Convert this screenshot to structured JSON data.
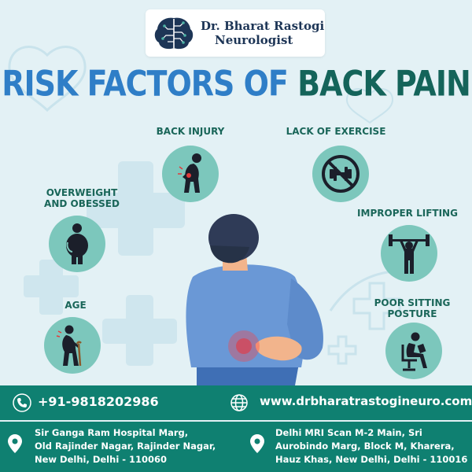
{
  "header": {
    "logo_line1": "Dr. Bharat Rastogi",
    "logo_line2": "Neurologist"
  },
  "title": {
    "part1": "RISK FACTORS OF",
    "part2": "BACK PAIN"
  },
  "risk_factors": [
    {
      "label_line1": "BACK INJURY",
      "label_line2": "",
      "icon": "back-injury-icon"
    },
    {
      "label_line1": "LACK OF EXERCISE",
      "label_line2": "",
      "icon": "no-dumbbell-icon"
    },
    {
      "label_line1": "OVERWEIGHT",
      "label_line2": "AND OBESSED",
      "icon": "overweight-person-icon"
    },
    {
      "label_line1": "IMPROPER LIFTING",
      "label_line2": "",
      "icon": "weightlifter-icon"
    },
    {
      "label_line1": "AGE",
      "label_line2": "",
      "icon": "elderly-person-icon"
    },
    {
      "label_line1": "POOR SITTING",
      "label_line2": "POSTURE",
      "icon": "sitting-person-icon"
    }
  ],
  "contact": {
    "phone": "+91-9818202986",
    "website": "www.drbharatrastogineuro.com",
    "address1": {
      "line1": "Sir Ganga Ram Hospital Marg,",
      "line2": "Old Rajinder Nagar, Rajinder Nagar,",
      "line3": "New Delhi, Delhi - 110060"
    },
    "address2": {
      "line1": "Delhi MRI Scan M-2 Main, Sri",
      "line2": "Aurobindo Marg, Block M, Kharera,",
      "line3": "Hauz Khas, New Delhi, Delhi - 110016"
    }
  },
  "colors": {
    "background": "#e3f1f5",
    "title_blue": "#2f7ec7",
    "title_green": "#14645a",
    "label_green": "#1a6659",
    "circle_teal": "#7cc7bc",
    "footer_teal": "#0f8071"
  }
}
